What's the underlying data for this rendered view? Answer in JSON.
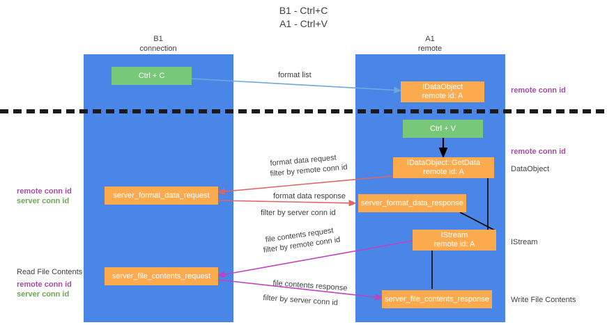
{
  "title": "B1 - Ctrl+C\nA1 - Ctrl+V",
  "columns": {
    "left": {
      "name": "B1",
      "role": "connection",
      "header": "B1\nconnection"
    },
    "right": {
      "name": "A1",
      "role": "remote",
      "header": "A1\nremote"
    }
  },
  "boxes": {
    "ctrl_c": "Ctrl + C",
    "ctrl_v": "Ctrl + V",
    "idataobject": "IDataObject\nremote id: A",
    "idataobject_getdata": "IDataObject::GetData\nremote id: A",
    "istream": "IStream\nremote id: A",
    "server_format_data_request": "server_format_data_request",
    "server_format_data_response": "server_format_data_response",
    "server_file_contents_request": "server_file_contents_request",
    "server_file_contents_response": "server_file_contents_response"
  },
  "edge_labels": {
    "format_list": "format list",
    "format_data_request": "format data request",
    "format_data_request_filter_prefix": "filter by ",
    "format_data_request_filter_key": "remote conn id",
    "format_data_response": "format data response",
    "format_data_response_filter_prefix": "filter by ",
    "format_data_response_filter_key": "server conn id",
    "file_contents_request": "file contents request",
    "file_contents_request_filter_prefix": "filter by ",
    "file_contents_request_filter_key": "remote conn id",
    "file_contents_response": "file contents response",
    "file_contents_response_filter_prefix": "filter by ",
    "file_contents_response_filter_key": "server conn id"
  },
  "side_labels": {
    "right_remote_conn_id_top": "remote conn id",
    "right_remote_conn_id_mid": "remote conn id",
    "right_dataobject": "DataObject",
    "right_istream": "IStream",
    "right_write_file_contents": "Write File Contents",
    "left_remote_conn_id": "remote conn id",
    "left_server_conn_id": "server conn id",
    "left_read_file_contents": "Read File Contents",
    "left_remote_conn_id_2": "remote conn id",
    "left_server_conn_id_2": "server conn id"
  },
  "colors": {
    "lane": "#4a86e8",
    "green_box": "#77c979",
    "orange_box": "#fbab4e",
    "purple_key": "#a64ca6",
    "green_key": "#6aa84f",
    "arrow_blue": "#6fa8dc",
    "arrow_red": "#e06666",
    "arrow_magenta": "#c042c0",
    "arrow_black": "#000000",
    "text": "#3c4043",
    "background": "#ffffff"
  }
}
